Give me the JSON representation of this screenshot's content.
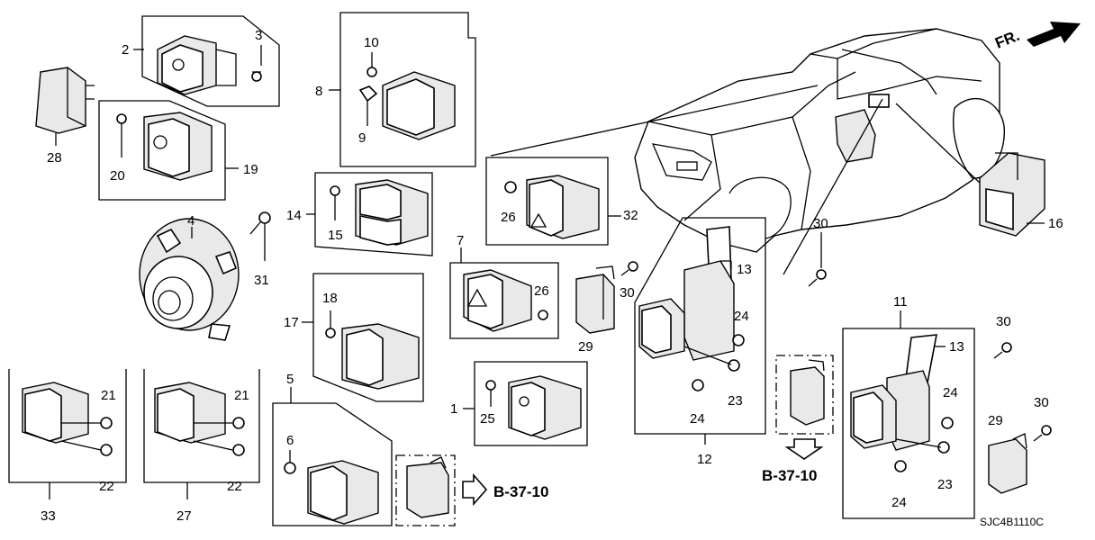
{
  "callouts": {
    "c1": "1",
    "c2": "2",
    "c3": "3",
    "c4": "4",
    "c5": "5",
    "c6": "6",
    "c7": "7",
    "c8": "8",
    "c9": "9",
    "c10": "10",
    "c11": "11",
    "c12": "12",
    "c13a": "13",
    "c13b": "13",
    "c14": "14",
    "c15": "15",
    "c16": "16",
    "c17": "17",
    "c18": "18",
    "c19": "19",
    "c20": "20",
    "c21a": "21",
    "c21b": "21",
    "c22a": "22",
    "c22b": "22",
    "c23a": "23",
    "c23b": "23",
    "c24a": "24",
    "c24b": "24",
    "c24c": "24",
    "c24d": "24",
    "c25": "25",
    "c26a": "26",
    "c26b": "26",
    "c27": "27",
    "c28": "28",
    "c29a": "29",
    "c29b": "29",
    "c30a": "30",
    "c30b": "30",
    "c30c": "30",
    "c30d": "30",
    "c31": "31",
    "c32": "32",
    "c33": "33"
  },
  "references": {
    "ref_left": "B-37-10",
    "ref_right": "B-37-10"
  },
  "front_label": "FR.",
  "diagram_code": "SJC4B1110C"
}
